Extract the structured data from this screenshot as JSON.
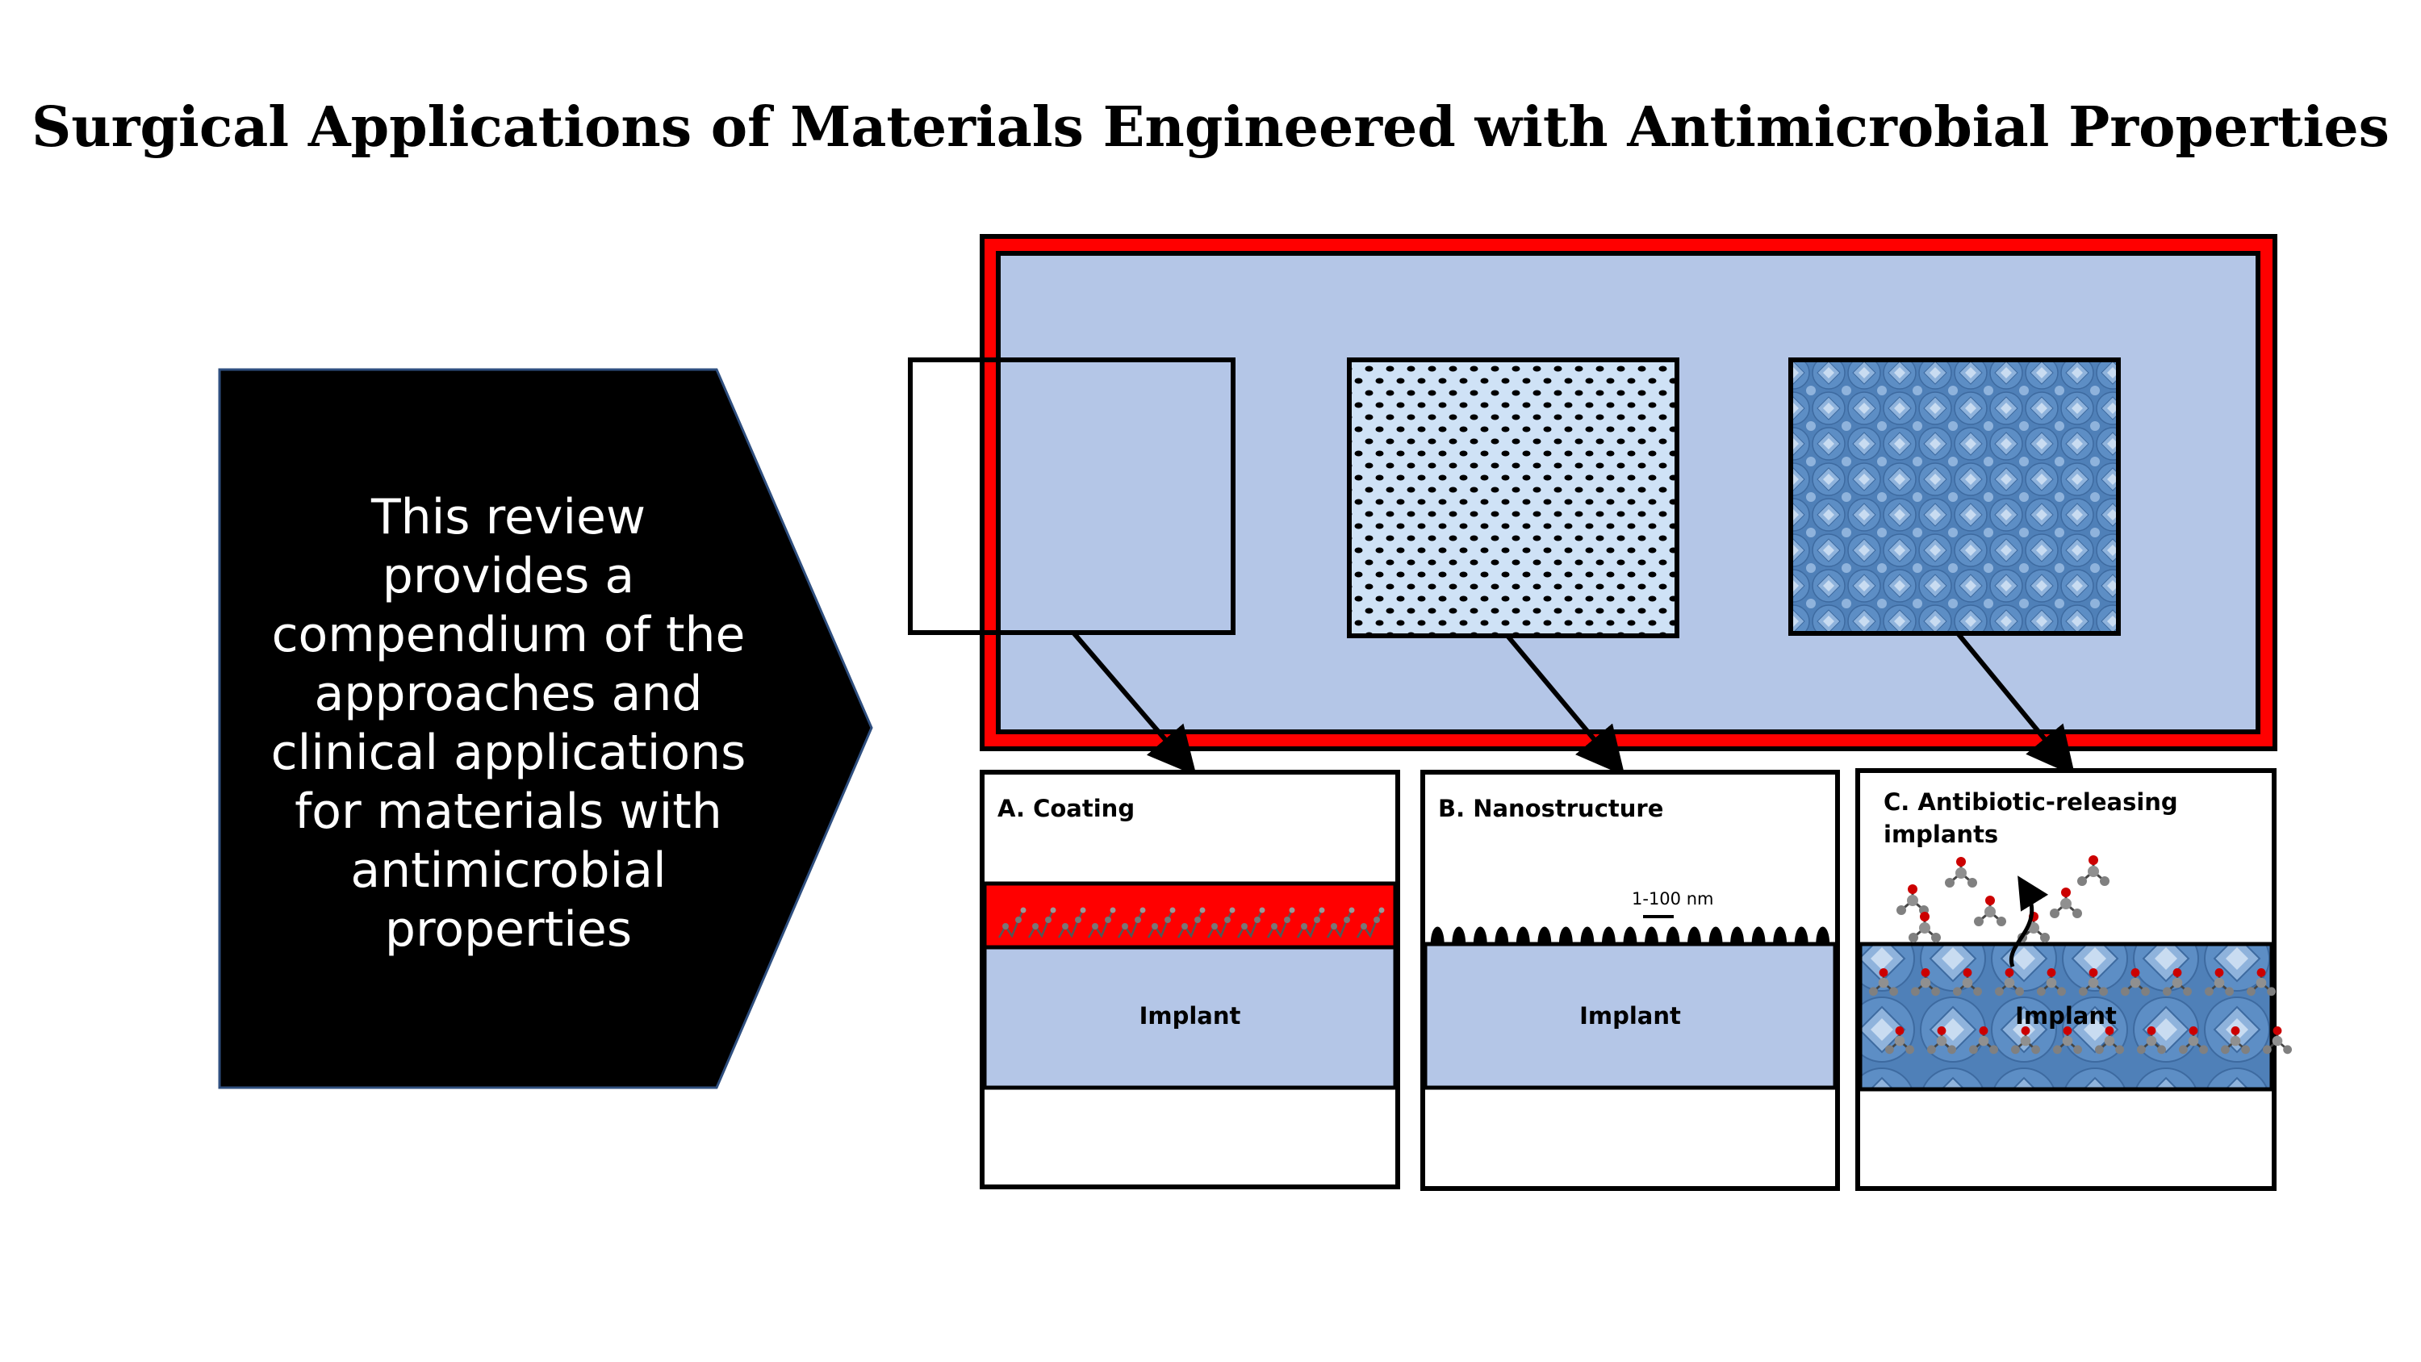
{
  "title": "Surgical Applications of Materials Engineered with Antimicrobial Properties",
  "summary": {
    "lines": [
      "This review",
      "provides a",
      "compendium of the",
      "approaches and",
      "clinical applications",
      "for materials with",
      "antimicrobial",
      "properties"
    ]
  },
  "panels": {
    "coating": {
      "label": "A. Coating",
      "implant": "Implant"
    },
    "nanostructure": {
      "label": "B. Nanostructure",
      "implant": "Implant",
      "scale": "1-100 nm"
    },
    "antibiotic": {
      "label_line1": "C. Antibiotic-releasing",
      "label_line2": "implants",
      "implant": "Implant"
    }
  },
  "colors": {
    "frame_red": "#ff0000",
    "implant_blue": "#b4c6e7",
    "texture_blue": "#4f80b8",
    "dots_bg": "#cfe2f6",
    "chevron": "#000000",
    "molecule_red": "#cc0000",
    "molecule_grey": "#808080"
  }
}
